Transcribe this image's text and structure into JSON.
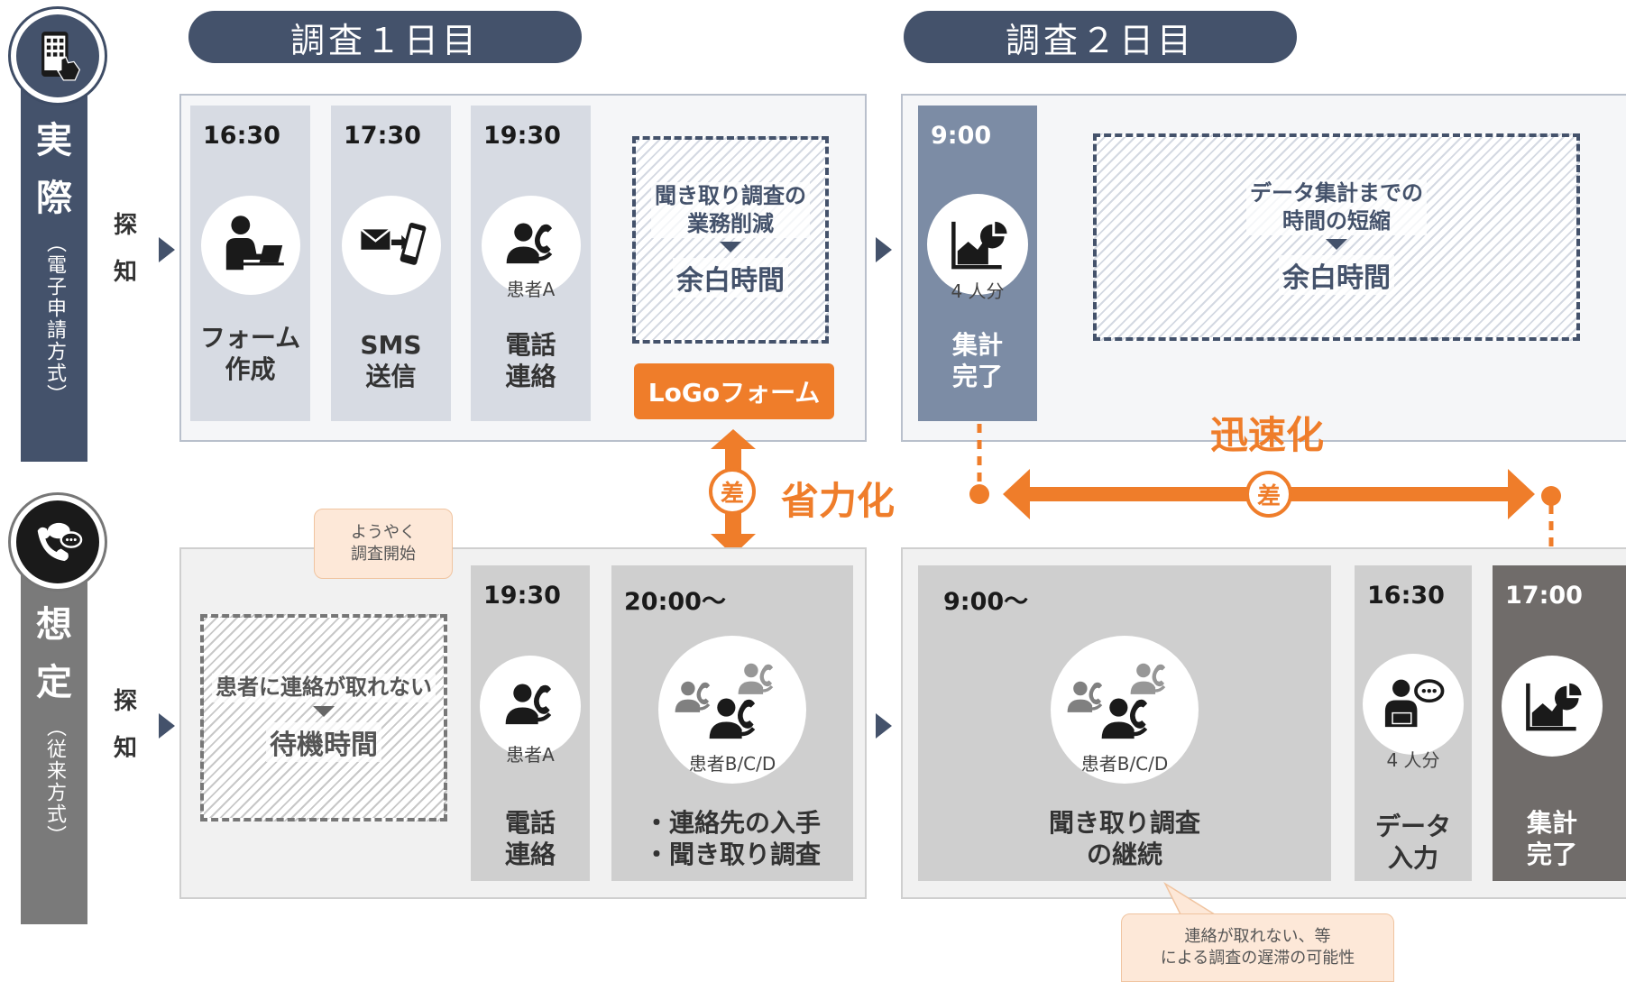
{
  "days": {
    "day1": "調査１日目",
    "day2": "調査２日目"
  },
  "actual": {
    "title_1": "実",
    "title_2": "際",
    "subtitle": "（電子申請方式）"
  },
  "assumed": {
    "title_1": "想",
    "title_2": "定",
    "subtitle": "（従来方式）"
  },
  "detect": {
    "line1": "探",
    "line2": "知"
  },
  "top_day1": [
    {
      "time": "16:30",
      "label": "フォーム\n作成",
      "icon": "person-laptop-icon"
    },
    {
      "time": "17:30",
      "label": "SMS\n送信",
      "icon": "sms-send-icon"
    },
    {
      "time": "19:30",
      "label": "電話\n連絡",
      "icon": "phone-person-icon",
      "caption": "患者A"
    }
  ],
  "top_saving_box": {
    "line1": "聞き取り調査の\n業務削減",
    "line2": "余白時間"
  },
  "logo_button": "LoGoフォーム",
  "top_day2": {
    "time": "9:00",
    "label": "集計\n完了",
    "icon": "chart-icon",
    "caption": "4 人分"
  },
  "top_speed_box": {
    "line1": "データ集計までの\n時間の短縮",
    "line2": "余白時間"
  },
  "labor_saving": {
    "diff": "差",
    "text": "省力化"
  },
  "speedup": {
    "diff": "差",
    "text": "迅速化"
  },
  "callout_start": "ようやく\n調査開始",
  "bottom_wait_box": {
    "line1": "患者に連絡が取れない",
    "line2": "待機時間"
  },
  "bottom_day1": [
    {
      "time": "19:30",
      "label": "電話\n連絡",
      "icon": "phone-person-icon",
      "caption": "患者A"
    },
    {
      "time": "20:00〜",
      "label": "・連絡先の入手\n・聞き取り調査",
      "icon": "group-phone-icon",
      "caption": "患者B/C/D"
    }
  ],
  "bottom_day2": [
    {
      "time": "9:00〜",
      "label": "聞き取り調査\nの継続",
      "icon": "group-phone-icon",
      "caption": "患者B/C/D"
    },
    {
      "time": "16:30",
      "label": "データ\n入力",
      "icon": "person-chat-icon",
      "caption": "4 人分"
    },
    {
      "time": "17:00",
      "label": "集計\n完了",
      "icon": "chart-icon"
    }
  ],
  "callout_delay": "連絡が取れない、等\nによる調査の遅滞の可能性"
}
